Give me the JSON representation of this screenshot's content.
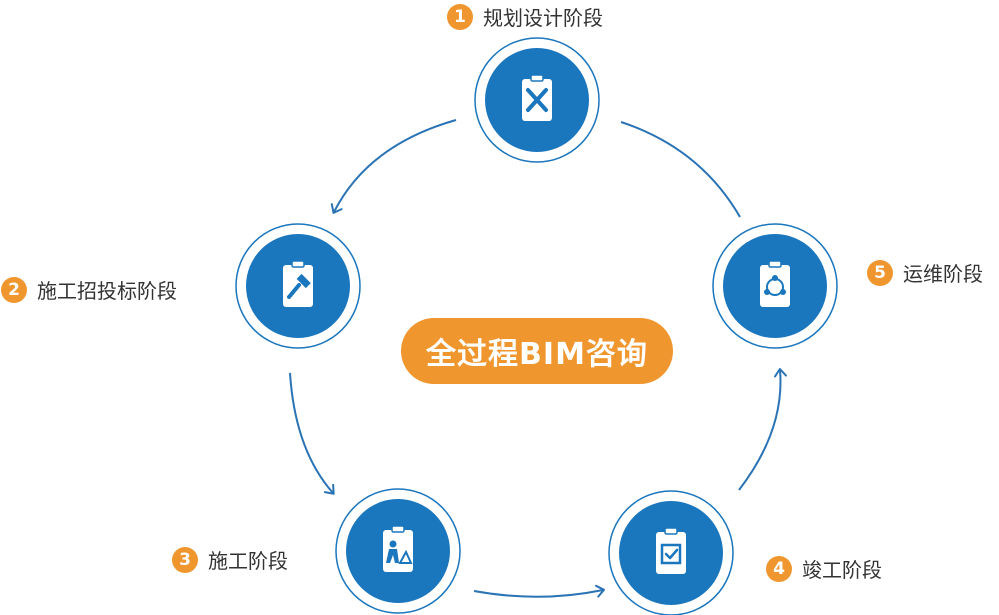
{
  "center": {
    "label": "全过程BIM咨询"
  },
  "stages": [
    {
      "number": "1",
      "label": "规划设计阶段",
      "icon": "ruler-pencil-icon"
    },
    {
      "number": "2",
      "label": "施工招投标阶段",
      "icon": "gavel-icon"
    },
    {
      "number": "3",
      "label": "施工阶段",
      "icon": "construction-worker-icon"
    },
    {
      "number": "4",
      "label": "竣工阶段",
      "icon": "checkbox-icon"
    },
    {
      "number": "5",
      "label": "运维阶段",
      "icon": "maintenance-cycle-icon"
    }
  ],
  "colors": {
    "primary": "#1a76bd",
    "accent": "#f0962e",
    "arrow": "#2a73b5"
  }
}
